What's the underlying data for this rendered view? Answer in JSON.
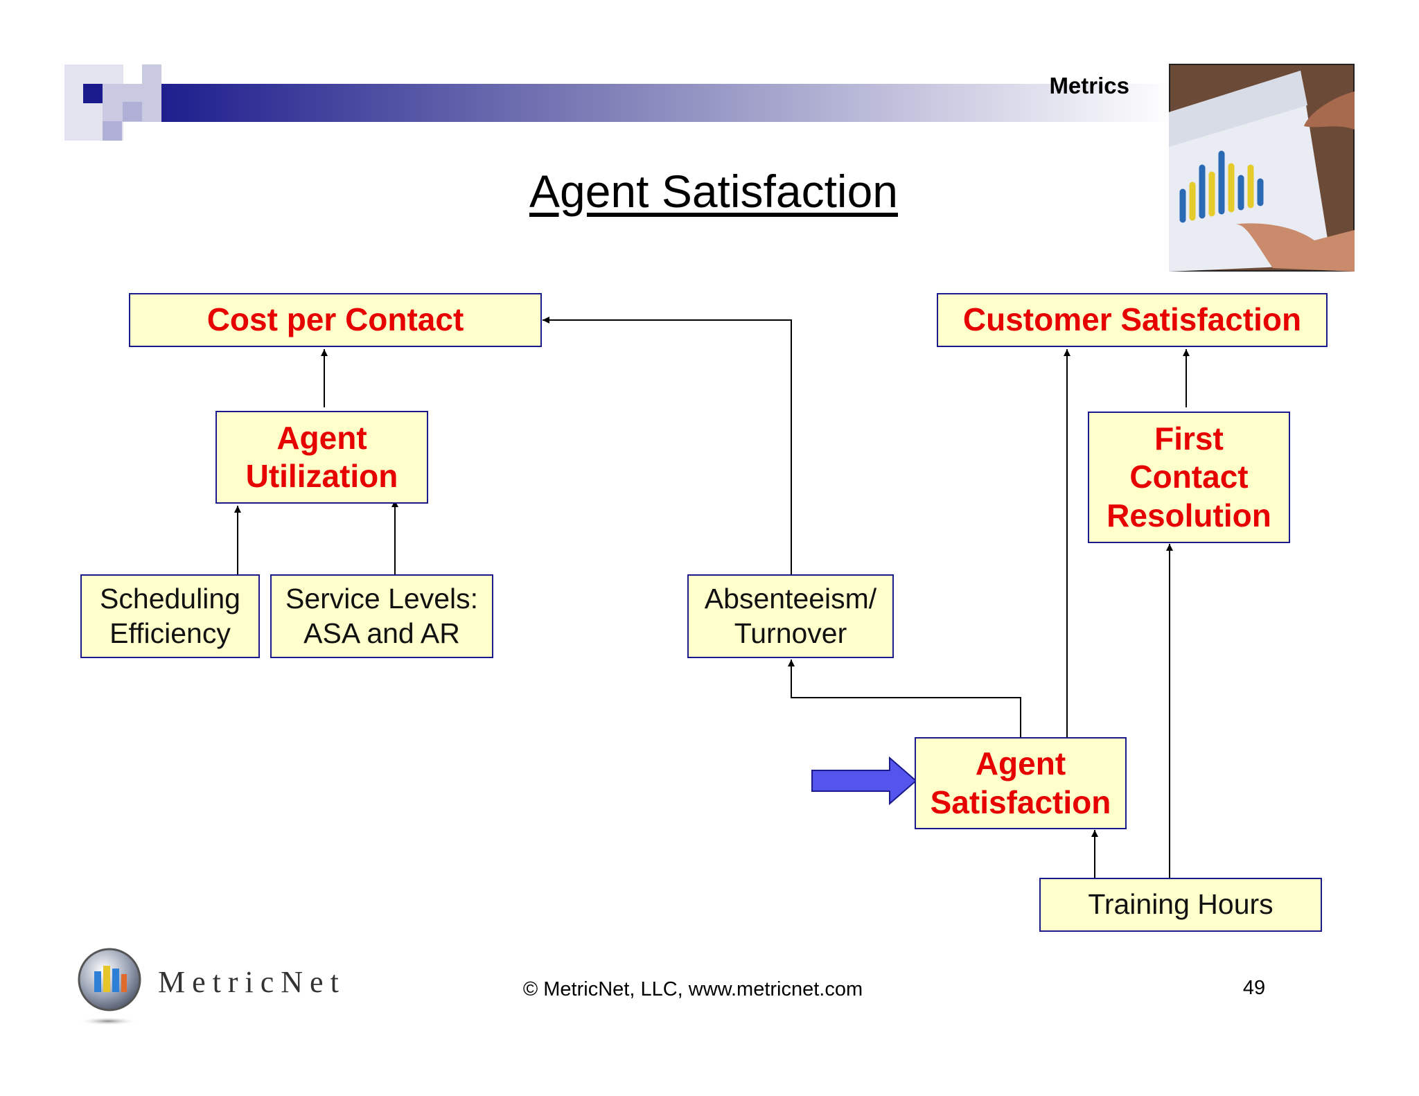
{
  "header": {
    "section_label": "Metrics",
    "photo_icon": "chart-photo-icon",
    "accent_color": "#1a1a8c"
  },
  "title": "Agent Satisfaction",
  "diagram": {
    "boxes": {
      "cost_per_contact": "Cost per Contact",
      "customer_satisfaction": "Customer Satisfaction",
      "agent_utilization": "Agent\nUtilization",
      "first_contact_resolution": "First\nContact\nResolution",
      "scheduling_efficiency": "Scheduling\nEfficiency",
      "service_levels": "Service Levels:\nASA and AR",
      "absenteeism_turnover": "Absenteeism/\nTurnover",
      "agent_satisfaction": "Agent\nSatisfaction",
      "training_hours": "Training Hours"
    },
    "metric_text_color": "#e60000",
    "box_fill_color": "#ffffcc",
    "highlight_arrow_color": "#5555ee"
  },
  "footer": {
    "logo_text": "MetricNet",
    "logo_icon": "metricnet-logo-icon",
    "copyright": "© MetricNet, LLC, www.metricnet.com",
    "page_number": "49"
  }
}
